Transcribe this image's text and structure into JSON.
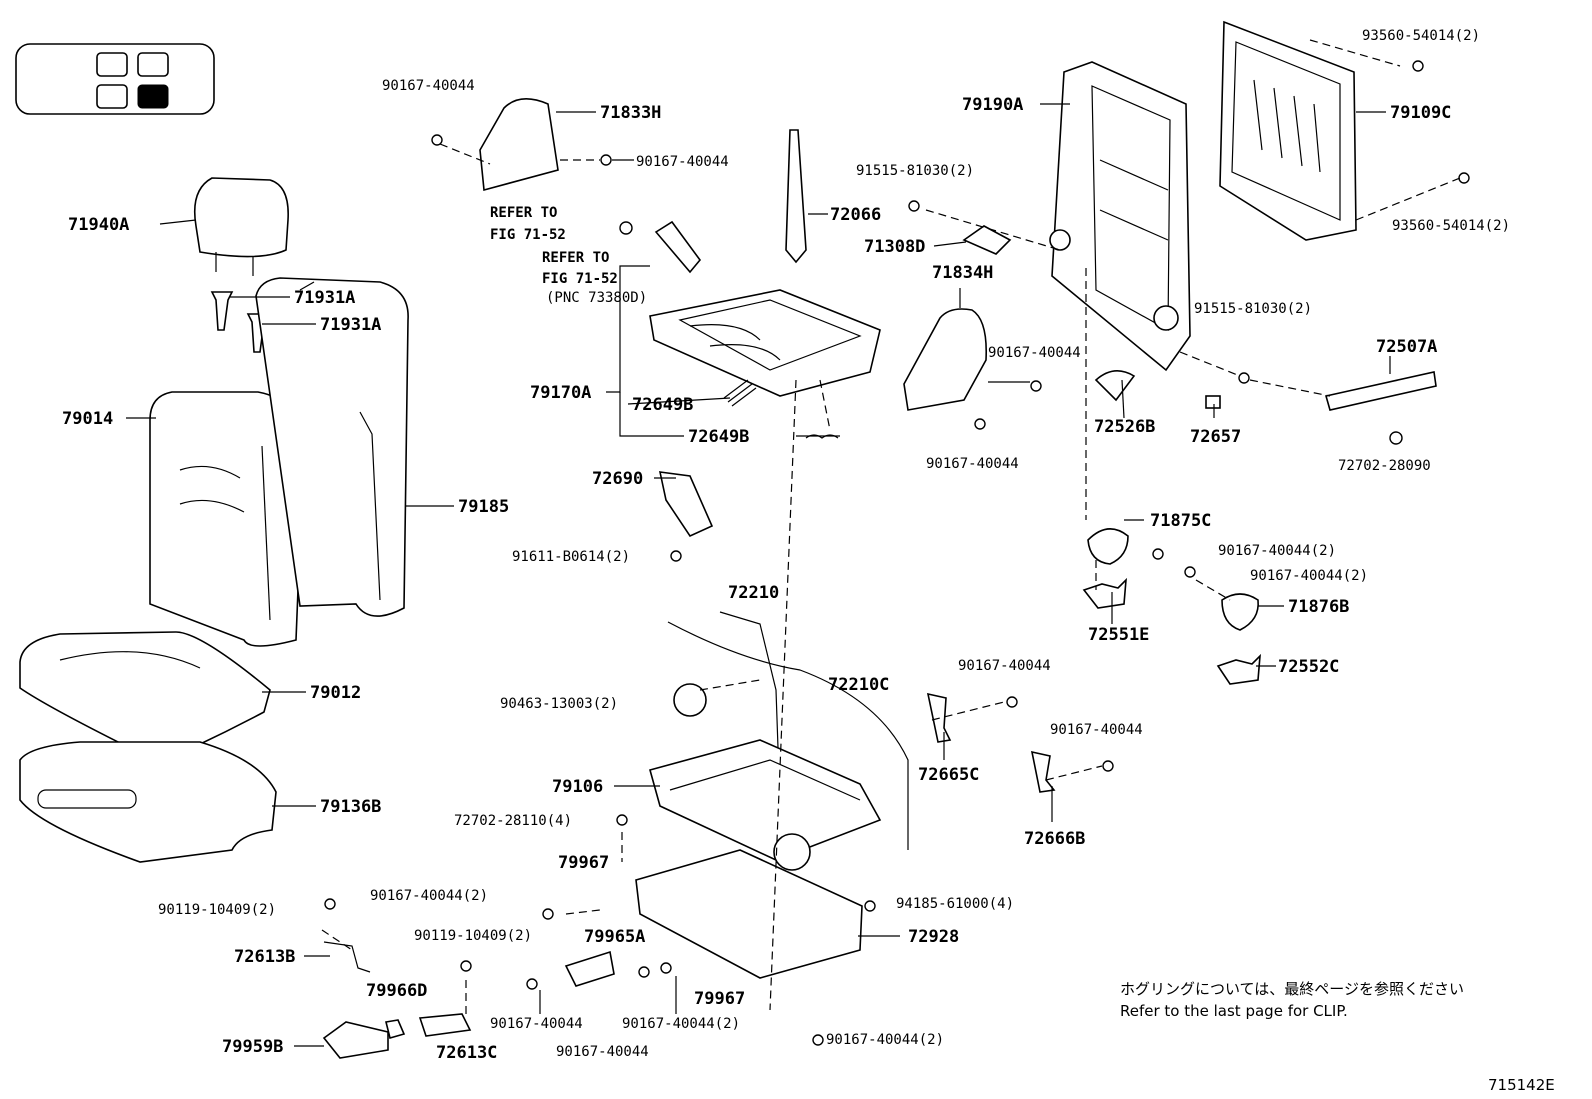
{
  "labels": {
    "p79014": "79014",
    "p71940A": "71940A",
    "p71931A_1": "71931A",
    "p71931A_2": "71931A",
    "p79185": "79185",
    "p79012": "79012",
    "p79136B": "79136B",
    "p90167_tl": "90167-40044",
    "p71833H": "71833H",
    "p90167_t2": "90167-40044",
    "refer1a": "REFER TO",
    "refer1b": "FIG 71-52",
    "refer2a": "REFER TO",
    "refer2b": "FIG 71-52",
    "pnc": "(PNC 73380D)",
    "p72066": "72066",
    "p79170A": "79170A",
    "p72649B_1": "72649B",
    "p72649B_2": "72649B",
    "p72690": "72690",
    "p91611": "91611-B0614(2)",
    "p72210": "72210",
    "p72210C": "72210C",
    "p90463": "90463-13003(2)",
    "p79106": "79106",
    "p72702_28110": "72702-28110(4)",
    "p79967_1": "79967",
    "p90167_2a": "90167-40044(2)",
    "p79965A": "79965A",
    "p90119_1": "90119-10409(2)",
    "p90119_2": "90119-10409(2)",
    "p72613B": "72613B",
    "p79966D": "79966D",
    "p79959B": "79959B",
    "p72613C": "72613C",
    "p90167_b1": "90167-40044",
    "p90167_b2": "90167-40044(2)",
    "p90167_b3": "90167-40044",
    "p79967_2": "79967",
    "p90167_b4": "90167-40044(2)",
    "p72928": "72928",
    "p94185": "94185-61000(4)",
    "p90167_m1": "90167-40044",
    "p72665C": "72665C",
    "p90167_m2": "90167-40044",
    "p72666B": "72666B",
    "p91515_1": "91515-81030(2)",
    "p71308D": "71308D",
    "p71834H": "71834H",
    "p90167_c1": "90167-40044",
    "p90167_c2": "90167-40044",
    "p79190A": "79190A",
    "p93560_1": "93560-54014(2)",
    "p79109C": "79109C",
    "p93560_2": "93560-54014(2)",
    "p91515_2": "91515-81030(2)",
    "p72507A": "72507A",
    "p72526B": "72526B",
    "p72657": "72657",
    "p72702_28090": "72702-28090",
    "p71875C": "71875C",
    "p90167_r1": "90167-40044(2)",
    "p90167_r2": "90167-40044(2)",
    "p71876B": "71876B",
    "p72551E": "72551E",
    "p72552C": "72552C"
  },
  "note": {
    "jp": "ホグリングについては、最終ページを参照ください",
    "en": "Refer to the last page for CLIP."
  },
  "figure_code": "715142E"
}
